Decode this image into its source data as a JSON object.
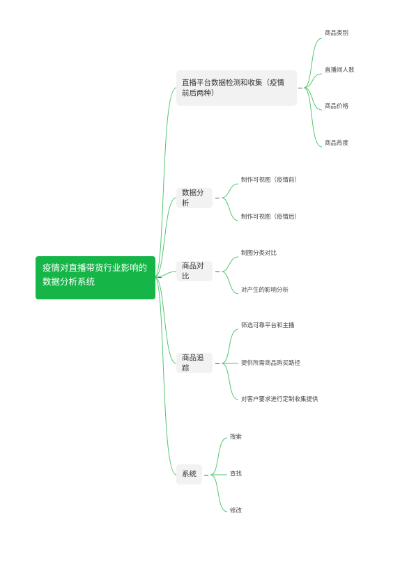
{
  "root": {
    "title": "疫情对直播带货行业影响的数据分析系统"
  },
  "branches": [
    {
      "label": "直播平台数据检测和收集（疫情前后两种）",
      "children": [
        "商品类别",
        "直播间人数",
        "商品价格",
        "商品热度"
      ]
    },
    {
      "label": "数据分析",
      "children": [
        "制作可视图（疫情前）",
        "制作可视图（疫情后）"
      ]
    },
    {
      "label": "商品对比",
      "children": [
        "制图分类对比",
        "对产生的影响分析"
      ]
    },
    {
      "label": "商品追踪",
      "children": [
        "筛选可靠平台和主播",
        "提供所需商品购买路径",
        "对客户要求进行定制收集提供"
      ]
    },
    {
      "label": "系统",
      "children": [
        "搜索",
        "查找",
        "修改"
      ]
    }
  ],
  "colors": {
    "root_fill": "#16b547",
    "connector": "#52c66f",
    "branch_fill": "#f2f2f2"
  }
}
